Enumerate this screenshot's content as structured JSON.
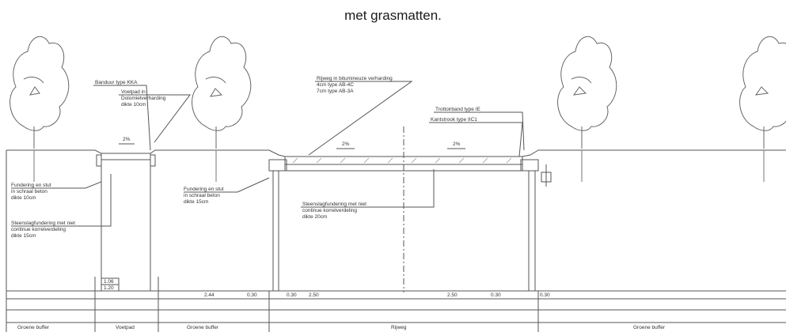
{
  "caption": "met grasmatten.",
  "labels": {
    "bandsteen": "Banduur type KKA",
    "voetpad": [
      "Voetpad in",
      "Dolomietverharding",
      "dikte 10cm"
    ],
    "rijweg": [
      "Rijweg in bitumineuze verharding",
      "4cm type AB-4C",
      "7cm type AB-3A"
    ],
    "trottoirband": "Trottoirband type IE",
    "kantstrook": "Kantstrook type IIC1",
    "fundering_left": [
      "Fundering en stut",
      "in schraal beton",
      "dikte 10cm"
    ],
    "steenslag_left": [
      "Steenslagfundering met niet",
      "continue korrelverdeling",
      "dikte 15cm"
    ],
    "fundering_mid": [
      "Fundering en stut",
      "in schraal beton",
      "dikte 15cm"
    ],
    "steenslag_mid": [
      "Steenslagfundering met niet",
      "continue korrelverdeling",
      "dikte 20cm"
    ]
  },
  "slopes": [
    "2%",
    "2%",
    "2%"
  ],
  "dimensions": [
    "1.06",
    "1.20",
    "2.44",
    "0.30",
    "0.30",
    "2.50",
    "2.50",
    "0.30",
    "0.30"
  ],
  "zones": [
    "Groene buffer",
    "Voetpad",
    "Groene buffer",
    "Rijweg",
    "Groene buffer"
  ],
  "colors": {
    "line": "#555555",
    "tree": "#666666"
  }
}
